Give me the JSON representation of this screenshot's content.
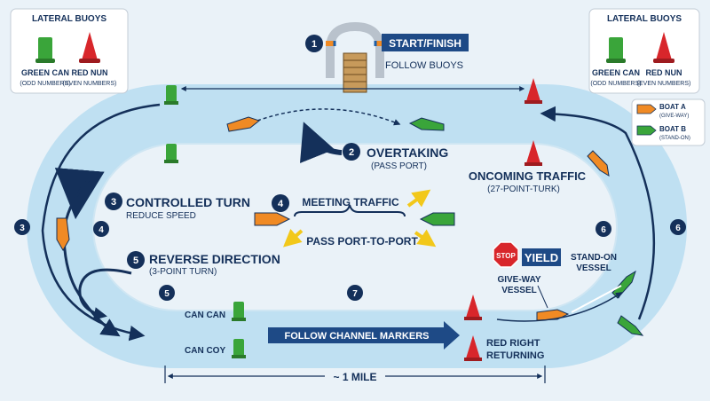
{
  "legend_left": {
    "title": "LATERAL BUOYS",
    "green_label": "GREEN CAN",
    "green_sub": "(ODD NUMBERS)",
    "red_label": "RED NUN",
    "red_sub": "(EVEN NUMBERS)"
  },
  "legend_right": {
    "title": "LATERAL BUOYS",
    "green_label": "GREEN CAN",
    "green_sub": "(ODD NUMBERS)",
    "red_label": "RED NUN",
    "red_sub": "(EVEN NUMBERS)"
  },
  "boat_legend": {
    "a_label": "BOAT A",
    "a_sub": "(GIVE-WAY)",
    "b_label": "BOAT B",
    "b_sub": "(STAND-ON)"
  },
  "start": {
    "num": "1",
    "title": "START/FINISH",
    "sub": "FOLLOW BUOYS"
  },
  "overtaking": {
    "num": "2",
    "title": "OVERTAKING",
    "sub": "(PASS PORT)"
  },
  "controlled_turn": {
    "num": "3",
    "title": "CONTROLLED TURN",
    "sub": "REDUCE SPEED"
  },
  "meeting": {
    "num": "4",
    "title": "MEETING TRAFFIC",
    "sub": "PASS PORT-TO-PORT"
  },
  "reverse": {
    "num": "5",
    "title": "REVERSE DIRECTION",
    "sub": "(3-POINT TURN)"
  },
  "oncoming": {
    "title": "ONCOMING TRAFFIC",
    "sub": "(27-POINT-TURK)"
  },
  "yield": {
    "stop": "STOP",
    "title": "YIELD",
    "stand_on": "STAND-ON",
    "stand_on2": "VESSEL",
    "give_way": "GIVE-WAY",
    "give_way2": "VESSEL"
  },
  "markers": {
    "can_can": "CAN CAN",
    "can_coy": "CAN COY",
    "follow": "FOLLOW CHANNEL MARKERS",
    "red_right": "RED RIGHT",
    "returning": "RETURNING"
  },
  "distance": "~ 1 MILE",
  "route_numbers": {
    "left_outer": "3",
    "left_inner": "4",
    "bottom_left": "5",
    "bottom_mid": "7",
    "right_inner": "6",
    "right_outer": "6"
  },
  "colors": {
    "water": "#bfe0f2",
    "navy": "#14305a",
    "green": "#3aa53a",
    "red": "#d8262b",
    "orange": "#f08a24",
    "yellow": "#f2c81a"
  }
}
